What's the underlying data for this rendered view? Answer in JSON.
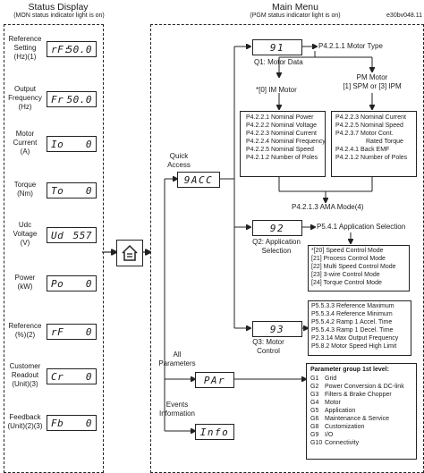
{
  "figure_id": "e30bv048.11",
  "status_display": {
    "title": "Status Display",
    "subtitle": "(MON status indicator light is on)",
    "rows": [
      {
        "label_lines": [
          "Reference",
          "Setting",
          "(Hz)(1)"
        ],
        "code": "rF:",
        "value": "50.0"
      },
      {
        "label_lines": [
          "Output",
          "Frequency",
          "(Hz)"
        ],
        "code": "Fr",
        "value": "50.0"
      },
      {
        "label_lines": [
          "Motor",
          "Current",
          "(A)"
        ],
        "code": "Io",
        "value": "0"
      },
      {
        "label_lines": [
          "Torque",
          "(Nm)"
        ],
        "code": "To",
        "value": "0"
      },
      {
        "label_lines": [
          "Udc",
          "Voltage",
          "(V)"
        ],
        "code": "Ud",
        "value": "557"
      },
      {
        "label_lines": [
          "Power",
          "(kW)"
        ],
        "code": "Po",
        "value": "0"
      },
      {
        "label_lines": [
          "Reference",
          "(%)(2)"
        ],
        "code": "rF",
        "value": "0"
      },
      {
        "label_lines": [
          "Customer",
          "Readout",
          "(Unit)(3)"
        ],
        "code": "Cr",
        "value": "0"
      },
      {
        "label_lines": [
          "Feedback",
          "(Unit)(2)(3)"
        ],
        "code": "Fb",
        "value": "0"
      }
    ]
  },
  "main_menu": {
    "title": "Main Menu",
    "subtitle": "(PGM status indicator light is on)",
    "quick_access": {
      "label_lines": [
        "Quick",
        "Access"
      ],
      "code": "9ACC"
    },
    "all_parameters": {
      "label_lines": [
        "All",
        "Parameters"
      ],
      "code": "PAr"
    },
    "events_information": {
      "label_lines": [
        "Events",
        "Information"
      ],
      "code": "Info"
    },
    "q1": {
      "label": "Q1: Motor Data",
      "code": "91",
      "param": "P4.2.1.1 Motor Type",
      "im_header": "*[0] IM Motor",
      "im_items": [
        "P4.2.2.1 Nominal Power",
        "P4.2.2.2 Nominal Voltage",
        "P4.2.2.3 Nominal Current",
        "P4.2.2.4 Nominal Frequency",
        "P4.2.2.5 Nominal Speed",
        "P4.2.1.2 Number of Poles"
      ],
      "pm_header_lines": [
        "PM Motor",
        "[1] SPM or [3] IPM"
      ],
      "pm_items": [
        "P4.2.2.3 Nominal Current",
        "P4.2.2.5 Nominal Speed",
        "P4.2.3.7 Motor Cont.",
        "Rated Torque",
        "P4.2.4.1 Back EMF",
        "P4.2.1.2 Number of Poles"
      ],
      "ama": "P4.2.1.3 AMA Mode(4)"
    },
    "q2": {
      "label_lines": [
        "Q2: Application",
        "Selection"
      ],
      "code": "92",
      "param": "P5.4.1 Application Selection",
      "items": [
        "*[20] Speed Control Mode",
        "[21] Process Control Mode",
        "[22] Multi Speed Control Mode",
        "[23] 3-wire Control Mode",
        "[24] Torque Control Mode"
      ]
    },
    "q3": {
      "label_lines": [
        "Q3: Motor",
        "Control"
      ],
      "code": "93",
      "items": [
        "P5.5.3.3 Reference Maximum",
        "P5.5.3.4 Reference Minimum",
        "P5.5.4.2 Ramp 1 Accel. Time",
        "P5.5.4.3 Ramp 1 Decel. Time",
        "P2.3.14 Max Output Frequency",
        "P5.8.2 Motor Speed High Limit"
      ]
    },
    "parameter_groups": {
      "header": "Parameter group 1st level:",
      "items": [
        {
          "code": "G1",
          "name": "Grid"
        },
        {
          "code": "G2",
          "name": "Power Conversion & DC-link"
        },
        {
          "code": "G3",
          "name": "Filters & Brake Chopper"
        },
        {
          "code": "G4",
          "name": "Motor"
        },
        {
          "code": "G5",
          "name": "Application"
        },
        {
          "code": "G6",
          "name": "Maintenance & Service"
        },
        {
          "code": "G8",
          "name": "Customization"
        },
        {
          "code": "G9",
          "name": "I/O"
        },
        {
          "code": "G10",
          "name": "Connectivity"
        }
      ]
    }
  }
}
